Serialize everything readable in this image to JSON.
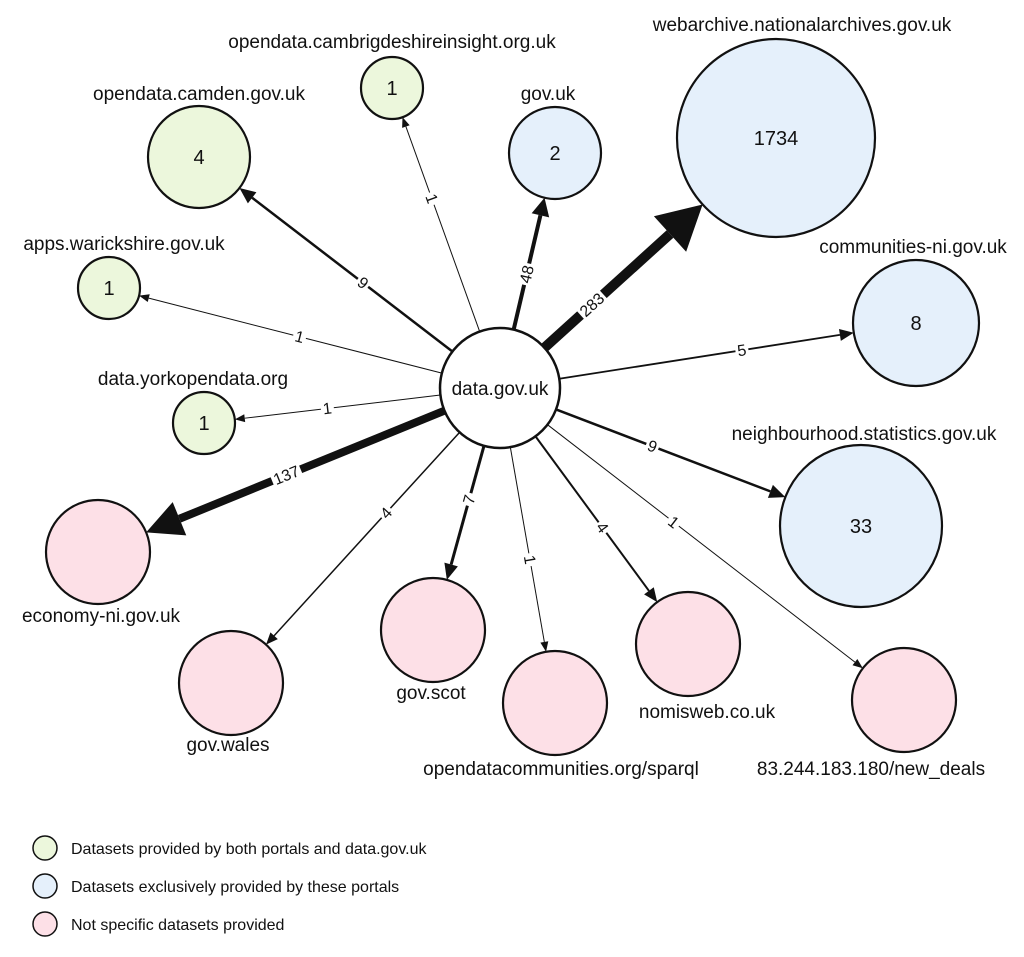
{
  "colors": {
    "shared": "#ecf7dc",
    "exclusive": "#e5f0fb",
    "none": "#fde0e7",
    "center": "#ffffff",
    "stroke": "#111111"
  },
  "center": {
    "label": "data.gov.uk"
  },
  "nodes": [
    {
      "id": "camden",
      "label": "opendata.camden.gov.uk",
      "count": "4",
      "category": "shared"
    },
    {
      "id": "cambs",
      "label": "opendata.cambrigdeshireinsight.org.uk",
      "count": "1",
      "category": "shared"
    },
    {
      "id": "govuk",
      "label": "gov.uk",
      "count": "2",
      "category": "exclusive"
    },
    {
      "id": "webarchive",
      "label": "webarchive.nationalarchives.gov.uk",
      "count": "1734",
      "category": "exclusive"
    },
    {
      "id": "warks",
      "label": "apps.warickshire.gov.uk",
      "count": "1",
      "category": "shared"
    },
    {
      "id": "communities",
      "label": "communities-ni.gov.uk",
      "count": "8",
      "category": "exclusive"
    },
    {
      "id": "york",
      "label": "data.yorkopendata.org",
      "count": "1",
      "category": "shared"
    },
    {
      "id": "neighbourhood",
      "label": "neighbourhood.statistics.gov.uk",
      "count": "33",
      "category": "exclusive"
    },
    {
      "id": "economy",
      "label": "economy-ni.gov.uk",
      "count": "",
      "category": "none"
    },
    {
      "id": "wales",
      "label": "gov.wales",
      "count": "",
      "category": "none"
    },
    {
      "id": "scot",
      "label": "gov.scot",
      "count": "",
      "category": "none"
    },
    {
      "id": "odc",
      "label": "opendatacommunities.org/sparql",
      "count": "",
      "category": "none"
    },
    {
      "id": "nomis",
      "label": "nomisweb.co.uk",
      "count": "",
      "category": "none"
    },
    {
      "id": "deals",
      "label": "83.244.183.180/new_deals",
      "count": "",
      "category": "none"
    }
  ],
  "edges": [
    {
      "target": "camden",
      "weight": "9"
    },
    {
      "target": "cambs",
      "weight": "1"
    },
    {
      "target": "govuk",
      "weight": "48"
    },
    {
      "target": "webarchive",
      "weight": "283"
    },
    {
      "target": "warks",
      "weight": "1"
    },
    {
      "target": "communities",
      "weight": "5"
    },
    {
      "target": "york",
      "weight": "1"
    },
    {
      "target": "neighbourhood",
      "weight": "9"
    },
    {
      "target": "economy",
      "weight": "137"
    },
    {
      "target": "wales",
      "weight": "4"
    },
    {
      "target": "scot",
      "weight": "7"
    },
    {
      "target": "odc",
      "weight": "1"
    },
    {
      "target": "nomis",
      "weight": "4"
    },
    {
      "target": "deals",
      "weight": "1"
    }
  ],
  "legend": [
    {
      "category": "shared",
      "text": "Datasets provided by both portals and data.gov.uk"
    },
    {
      "category": "exclusive",
      "text": "Datasets exclusively provided by these portals"
    },
    {
      "category": "none",
      "text": "Not specific datasets provided"
    }
  ]
}
